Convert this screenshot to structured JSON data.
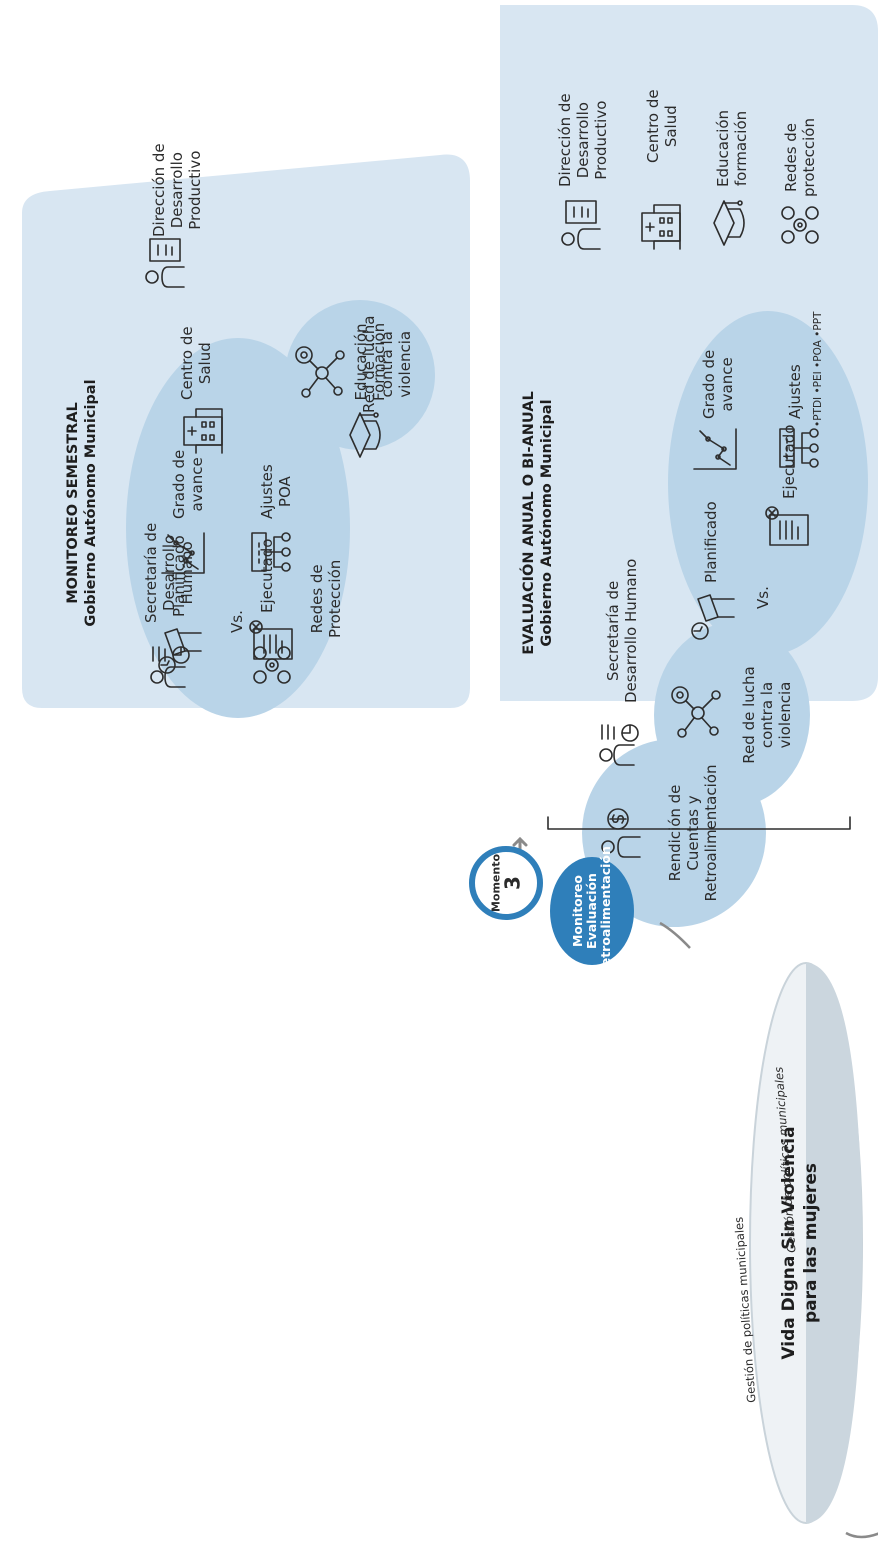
{
  "monitoreo": {
    "title": "MONITOREO SEMESTRAL",
    "subtitle": "Gobierno Autónomo Municipal",
    "secretaria": [
      "Secretaría de",
      "Desarrollo",
      "Humano"
    ],
    "redes": [
      "Redes de",
      "Protección"
    ],
    "planificado": "Planificado",
    "vs": "Vs.",
    "ejecutado": "Ejecutado",
    "grado": [
      "Grado de",
      "avance"
    ],
    "ajustes": [
      "Ajustes",
      "POA"
    ],
    "centro": [
      "Centro de",
      "Salud"
    ],
    "educacion": [
      "Educación",
      "Formación"
    ],
    "direccion": [
      "Dirección de",
      "Desarrollo",
      "Productivo"
    ],
    "red_lucha": [
      "Red de lucha",
      "contra la",
      "violencia"
    ]
  },
  "evaluacion": {
    "title": "EVALUACIÓN ANUAL O BI-ANUAL",
    "subtitle": "Gobierno Autónomo Municipal",
    "rendicion": [
      "Rendición de",
      "Cuentas y",
      "Retroalimentación"
    ],
    "secretaria": [
      "Secretaría de",
      "Desarrollo Humano"
    ],
    "red_lucha": [
      "Red de lucha",
      "contra la",
      "violencia"
    ],
    "planificado": "Planificado",
    "vs": "Vs.",
    "ejecutado": "Ejecutado",
    "grado": [
      "Grado de",
      "avance"
    ],
    "ajustes": "Ajustes",
    "ajustes_items": "•PTDI •PEI •POA •PPT",
    "direccion": [
      "Dirección de",
      "Desarrollo",
      "Productivo"
    ],
    "centro": [
      "Centro de",
      "Salud"
    ],
    "educacion": [
      "Educación",
      "formación"
    ],
    "redes": [
      "Redes de",
      "protección"
    ]
  },
  "momento": {
    "label": "Momento",
    "number": "3",
    "tag": [
      "Monitoreo",
      "Evaluación",
      "Retroalimentación"
    ]
  },
  "cycle": {
    "title": [
      "Vida Digna Sin Violencia",
      "para las mujeres"
    ],
    "arc_label_a": "Gestión de políticas municipales",
    "arc_label_b": "Gestión de políticas municipales"
  },
  "colors": {
    "panel": "#d8e6f2",
    "ellipse": "#b9d4e8",
    "momento_blue": "#2f7fba",
    "arrow_grey": "#8a8a8a",
    "text": "#2b2b2b"
  },
  "icons": [
    "person-chart-icon",
    "network-icon",
    "planning-icon",
    "document-icon",
    "progress-chart-icon",
    "adjust-tree-icon",
    "hospital-icon",
    "graduation-cap-icon",
    "hands-icon",
    "money-person-icon",
    "arrow-icon",
    "circular-arrow-icon"
  ]
}
